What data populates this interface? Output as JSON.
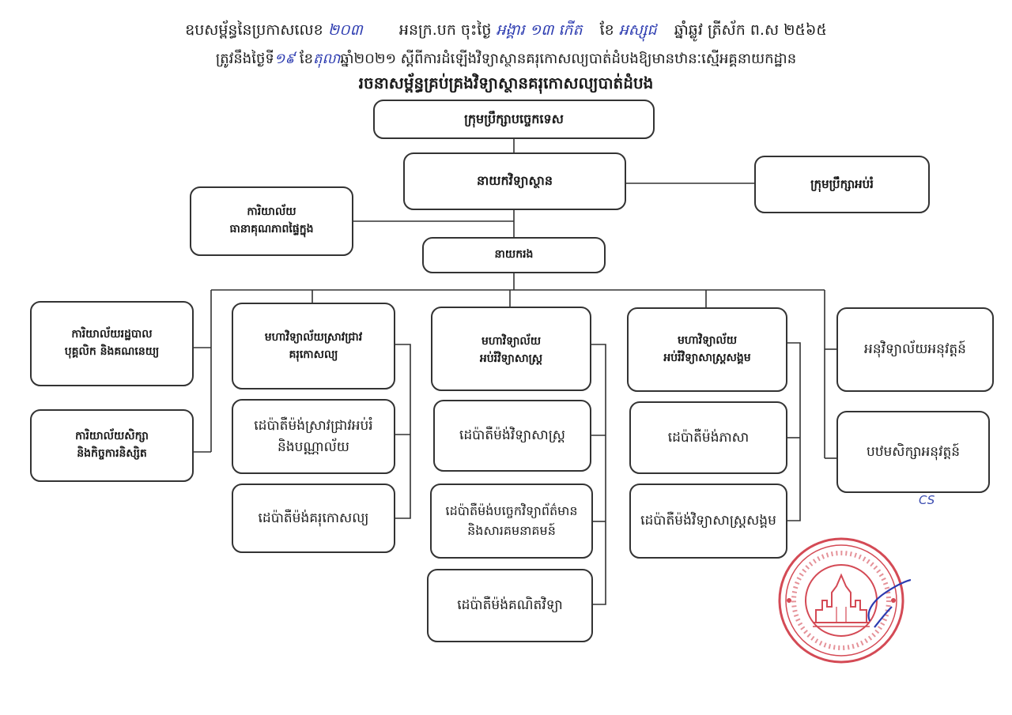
{
  "header": {
    "line1_prefix": "ឧបសម្ព័ន្ធនៃប្រកាសលេខ",
    "decree_no": "២០៣",
    "line1_mid": "អនក្រ.បក ចុះថ្ងៃ",
    "sign_day": "អង្គារ ១៣ កើត",
    "month_label": "ខែ",
    "sign_month": "អស្សុជ",
    "year_text": "ឆ្នាំឆ្លូវ ត្រីស័ក ព.ស ២៥៦៥",
    "line2_prefix": "ត្រូវនឹងថ្ងៃទី",
    "line2_day": "១៩",
    "line2_month_label": "ខែ",
    "line2_month": "តុលា",
    "line2_rest": "ឆ្នាំ២០២១ ស្ដីពីការដំឡើងវិទ្យាស្ថានគរុកោសល្យបាត់ដំបងឱ្យមានឋានៈស្មើអគ្គនាយកដ្ឋាន",
    "title": "រចនាសម្ព័ន្ធគ្រប់គ្រងវិទ្យាស្ថានគរុកោសល្យបាត់ដំបង"
  },
  "org": {
    "board_of_directors": "ក្រុមប្រឹក្សាបច្ចេកទេស",
    "institute_director": "នាយកវិទ្យាស្ថាន",
    "education_council": "ក្រុមប្រឹក្សាអប់រំ",
    "qa_office_l1": "ការិយាល័យ",
    "qa_office_l2": "ធានាគុណភាពផ្ទៃក្នុង",
    "deputy_director": "នាយករង",
    "admin_office_l1": "ការិយាល័យរដ្ឋបាល",
    "admin_office_l2": "បុគ្គលិក និងគណនេយ្យ",
    "student_affairs_l1": "ការិយាល័យសិក្សា",
    "student_affairs_l2": "និងកិច្ចការនិស្សិត",
    "faculty_research_l1": "មហាវិទ្យាល័យស្រាវជ្រាវ",
    "faculty_research_l2": "គរុកោសល្យ",
    "dept_research_l1": "ដេប៉ាតឺម៉ង់ស្រាវជ្រាវអប់រំ",
    "dept_research_l2": "និងបណ្ណាល័យ",
    "dept_pedagogy": "ដេប៉ាតឺម៉ង់គរុកោសល្យ",
    "faculty_science_l1": "មហាវិទ្យាល័យ",
    "faculty_science_l2": "អប់រំវិទ្យាសាស្ត្រ",
    "dept_science": "ដេប៉ាតឺម៉ង់វិទ្យាសាស្ត្រ",
    "dept_ict_l1": "ដេប៉ាតឺម៉ង់បច្ចេកវិទ្យាព័ត៌មាន",
    "dept_ict_l2": "និងសារគមនាគមន៍",
    "dept_math": "ដេប៉ាតឺម៉ង់គណិតវិទ្យា",
    "faculty_social_l1": "មហាវិទ្យាល័យ",
    "faculty_social_l2": "អប់រំវិទ្យាសាស្ត្រសង្គម",
    "dept_language": "ដេប៉ាតឺម៉ង់ភាសា",
    "dept_social_science": "ដេប៉ាតឺម៉ង់វិទ្យាសាស្ត្រសង្គម",
    "practice_secondary": "អនុវិទ្យាល័យអនុវត្តន៍",
    "practice_primary": "បឋមសិក្សាអនុវត្តន៍"
  },
  "annotation": {
    "initials": "CS"
  },
  "colors": {
    "ink": "#1a1a1a",
    "handwriting_blue": "#2c3bb0",
    "seal_red": "#d44a55"
  }
}
